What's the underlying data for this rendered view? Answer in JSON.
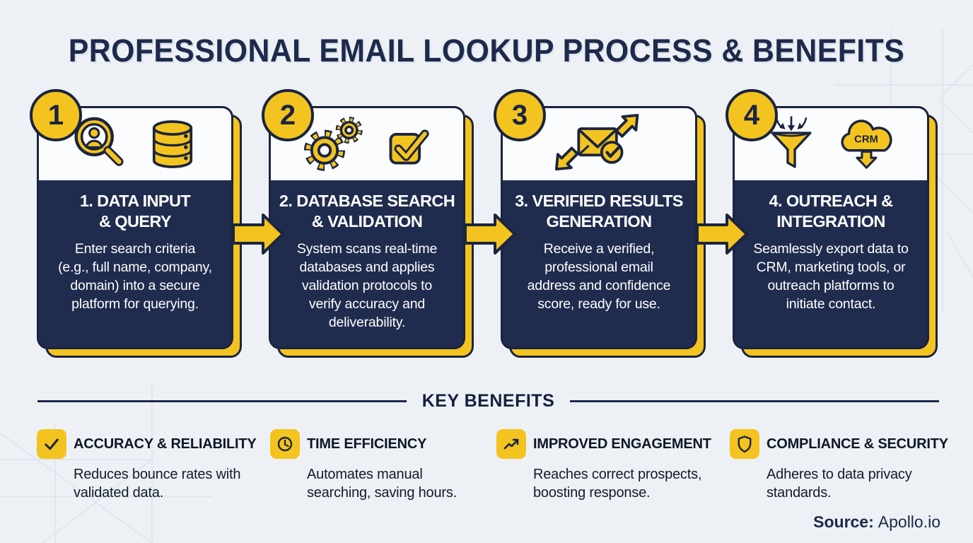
{
  "title": "PROFESSIONAL EMAIL LOOKUP PROCESS & BENEFITS",
  "colors": {
    "navy": "#202C4E",
    "outline_navy": "#1B2440",
    "yellow": "#F3C41F",
    "background": "#EDF1F6"
  },
  "steps": [
    {
      "number": "1",
      "title": "1. DATA INPUT\n& QUERY",
      "description": "Enter search criteria\n(e.g., full name, company,\ndomain) into a secure\nplatform for querying.",
      "icons": [
        "person-search-icon",
        "database-icon"
      ]
    },
    {
      "number": "2",
      "title": "2. DATABASE SEARCH\n& VALIDATION",
      "description": "System scans real-time\ndatabases and applies\nvalidation protocols to\nverify accuracy and\ndeliverability.",
      "icons": [
        "gears-icon",
        "checkbox-icon"
      ]
    },
    {
      "number": "3",
      "title": "3. VERIFIED RESULTS\nGENERATION",
      "description": "Receive a verified,\nprofessional email\naddress and confidence\nscore, ready for use.",
      "icons": [
        "verified-email-icon"
      ]
    },
    {
      "number": "4",
      "title": "4. OUTREACH &\nINTEGRATION",
      "description": "Seamlessly export data to\nCRM, marketing tools, or\noutreach platforms to\ninitiate contact.",
      "icons": [
        "funnel-icon",
        "crm-cloud-icon"
      ],
      "crm_label": "CRM"
    }
  ],
  "benefits_heading": "KEY BENEFITS",
  "benefits": [
    {
      "icon": "check-icon",
      "title": "ACCURACY & RELIABILITY",
      "description": "Reduces bounce rates with\nvalidated data."
    },
    {
      "icon": "clock-icon",
      "title": "TIME EFFICIENCY",
      "description": "Automates manual\nsearching, saving hours."
    },
    {
      "icon": "trend-up-icon",
      "title": "IMPROVED ENGAGEMENT",
      "description": "Reaches correct prospects,\nboosting response."
    },
    {
      "icon": "shield-icon",
      "title": "COMPLIANCE & SECURITY",
      "description": "Adheres to data privacy\nstandards."
    }
  ],
  "source": {
    "label": "Source:",
    "value": "Apollo.io"
  }
}
